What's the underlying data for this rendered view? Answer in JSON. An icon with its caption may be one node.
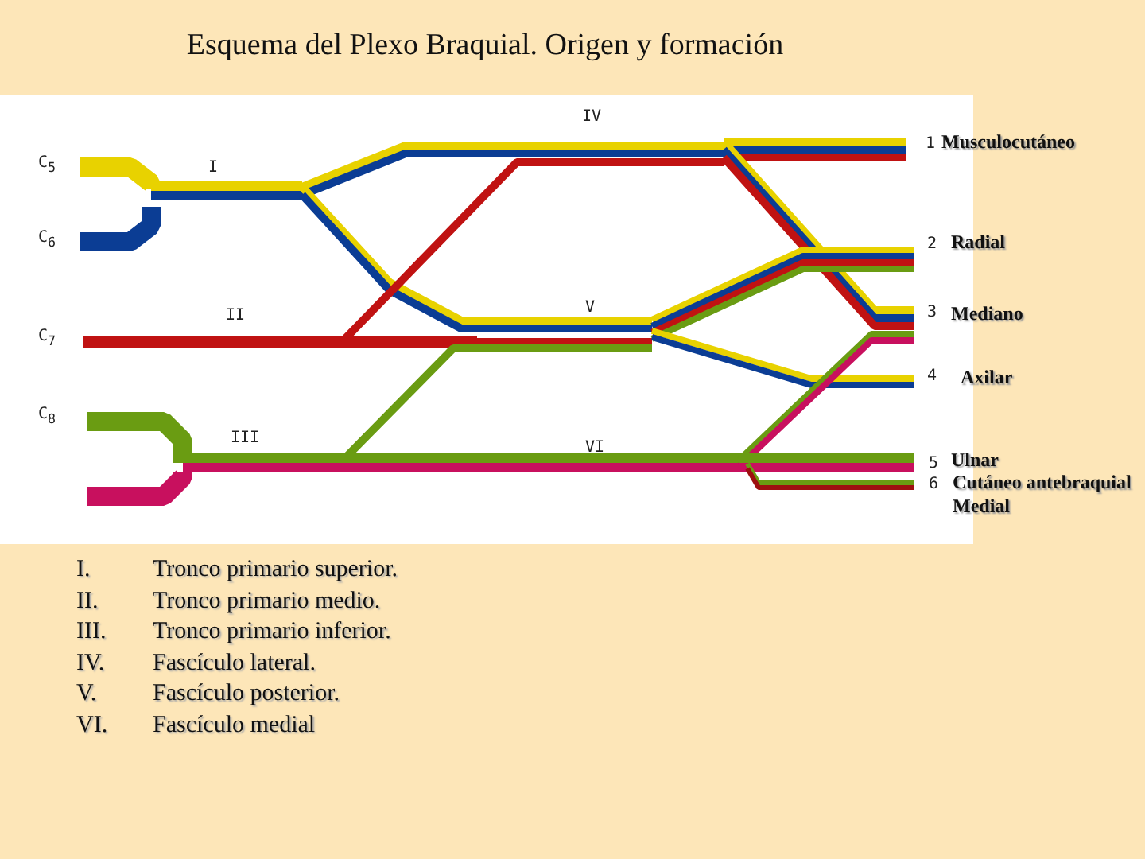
{
  "diagram": {
    "title": "Esquema del Plexo Braquial. Origen y formación",
    "labels": [
      "IV",
      "1",
      "Musculocutáneo",
      "C$_{5}$",
      "I",
      "C$_{6}$",
      "2",
      "Radial",
      "V",
      "II",
      "3",
      "Mediano",
      "C$_{7}$",
      "4",
      "Axilar",
      "C$_{8}$",
      "III",
      "VI",
      "5",
      "Ulnar",
      "6",
      "Cutáneo antebraquial Medial",
      "I.",
      "Tronco primario superior.",
      "II.",
      "Tronco primario medio.",
      "III.",
      "Tronco primario inferior.",
      "IV.",
      "Fascículo lateral.",
      "V.",
      "Fascículo posterior.",
      "VI.",
      "Fascículo medial"
    ]
  }
}
